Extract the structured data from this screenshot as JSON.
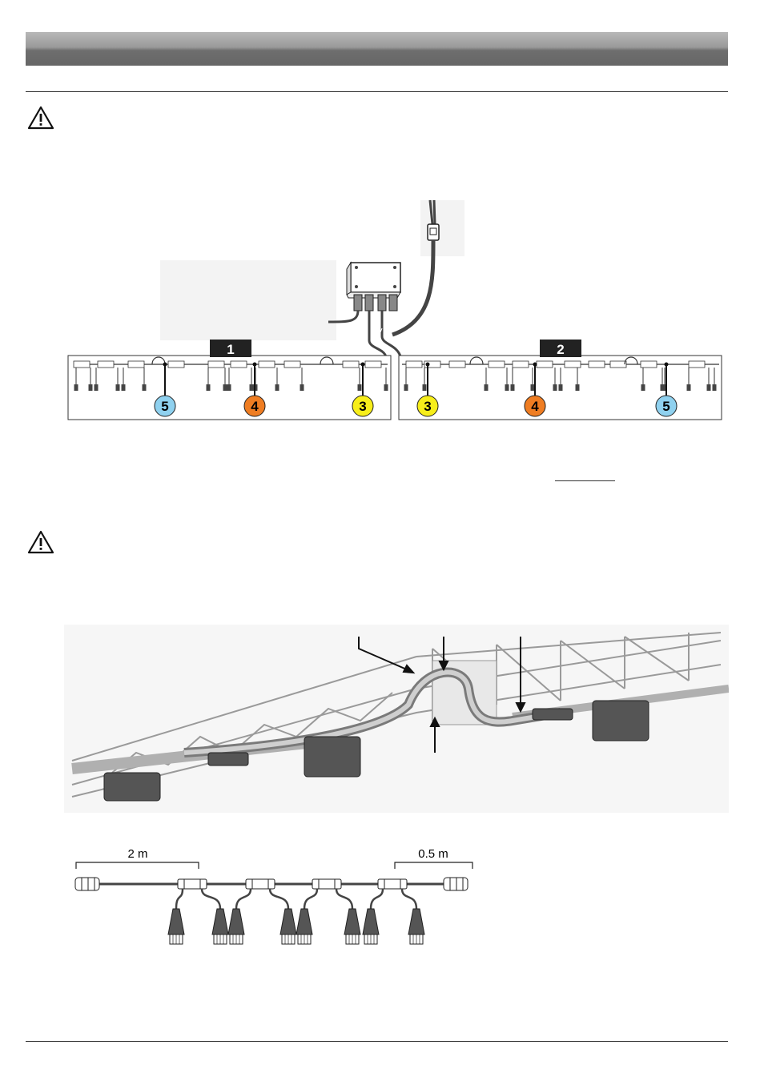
{
  "page": {
    "warning_icon_1": "warning-triangle-icon",
    "warning_icon_2": "warning-triangle-icon"
  },
  "wiring_diagram": {
    "boom_left_label": "1",
    "boom_right_label": "2",
    "left_groups": [
      "5",
      "4",
      "3"
    ],
    "right_groups": [
      "3",
      "4",
      "5"
    ],
    "group_colors": {
      "3": "#f7ee1a",
      "4": "#ef7d22",
      "5": "#8fd1ef"
    }
  },
  "cable_diagram": {
    "left_dimension": "2 m",
    "right_dimension": "0.5 m"
  }
}
